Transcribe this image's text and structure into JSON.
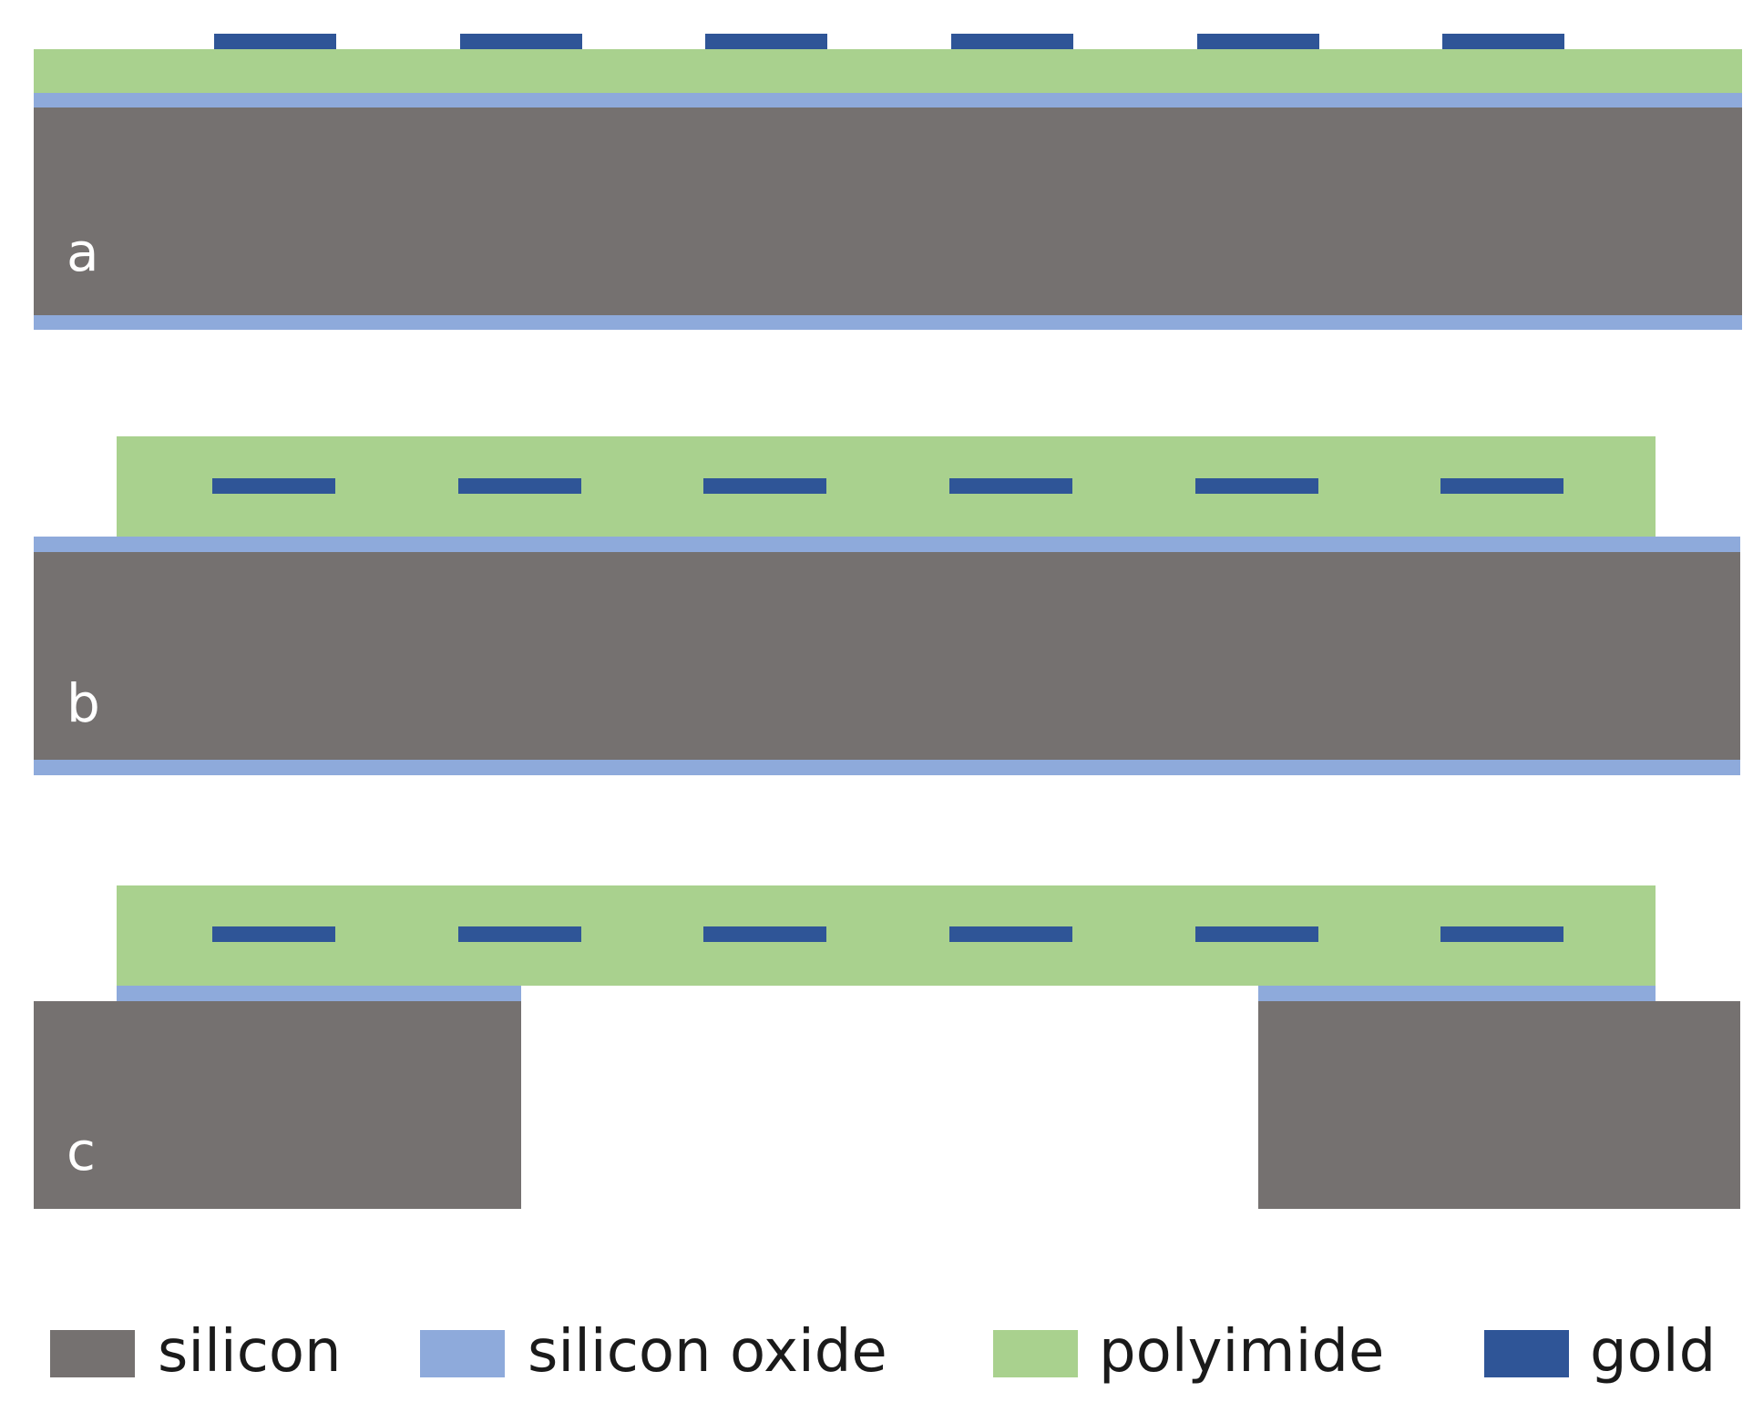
{
  "colors": {
    "silicon": "#757170",
    "silicon_oxide": "#8eaadb",
    "polyimide": "#a9d18e",
    "gold": "#2f5597",
    "background": "#ffffff",
    "label": "#ffffff"
  },
  "panels": [
    {
      "id": "a",
      "label": "a"
    },
    {
      "id": "b",
      "label": "b"
    },
    {
      "id": "c",
      "label": "c"
    }
  ],
  "legend": [
    {
      "material": "silicon",
      "label": "silicon",
      "color": "#757170"
    },
    {
      "material": "silicon_oxide",
      "label": "silicon oxide",
      "color": "#8eaadb"
    },
    {
      "material": "polyimide",
      "label": "polyimide",
      "color": "#a9d18e"
    },
    {
      "material": "gold",
      "label": "gold",
      "color": "#2f5597"
    }
  ]
}
